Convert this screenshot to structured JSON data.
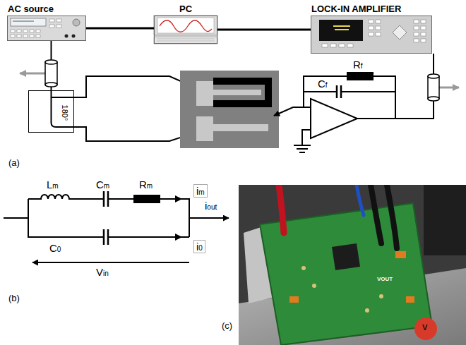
{
  "diagram": {
    "nodes": [
      {
        "text": [
          "AC source"
        ]
      },
      {
        "text": [
          "PC"
        ]
      },
      {
        "text": [
          "LOCK-IN AMPLIFIER"
        ]
      },
      {
        "text": [
          "180°"
        ]
      }
    ],
    "edges": [
      {
        "from": 0,
        "to": 1,
        "arrow": "none"
      },
      {
        "from": 1,
        "to": 2,
        "arrow": "none"
      },
      {
        "from": 0,
        "to": 3,
        "arrow": "none"
      }
    ],
    "labels": [
      "Rf",
      "Cf",
      "(a)",
      "Lm",
      "Cm",
      "Rm",
      "im",
      "iout",
      "i0",
      "C0",
      "Vin",
      "(b)",
      "VOUT",
      "V",
      "(c)"
    ]
  }
}
